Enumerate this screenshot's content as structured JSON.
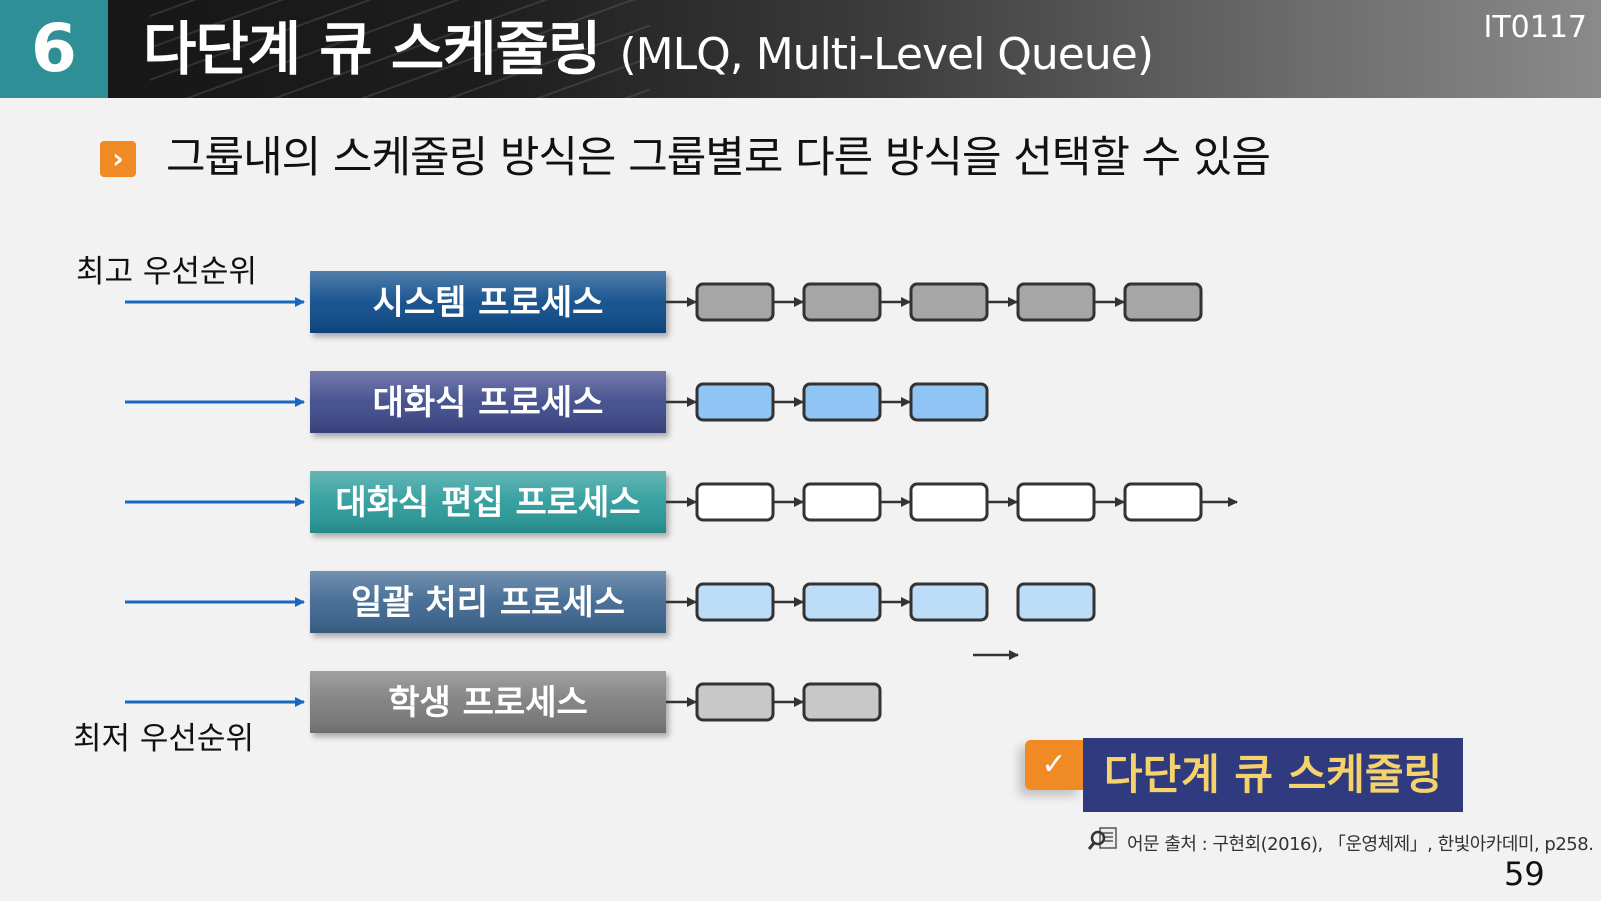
{
  "header": {
    "section_number": "6",
    "title": "다단계 큐 스케줄링",
    "title_sub": "(MLQ, Multi-Level Queue)",
    "course_code": "IT0117"
  },
  "bullet": {
    "text": "그룹내의 스케줄링 방식은 그룹별로 다른 방식을 선택할 수 있음"
  },
  "labels": {
    "highest_priority": "최고 우선순위",
    "lowest_priority": "최저 우선순위"
  },
  "queues": [
    {
      "label": "시스템 프로세스",
      "color": "#0f4c8a",
      "node_fill": "#a6a6a6",
      "nodes": 5,
      "trailing_arrow": false
    },
    {
      "label": "대화식 프로세스",
      "color": "#3d4a8a",
      "node_fill": "#8fc4f5",
      "nodes": 3,
      "trailing_arrow": false
    },
    {
      "label": "대화식 편집 프로세스",
      "color": "#2a9a9a",
      "node_fill": "#ffffff",
      "nodes": 5,
      "trailing_arrow": true
    },
    {
      "label": "일괄 처리 프로세스",
      "color": "#3e6690",
      "node_fill": "#bcdcf8",
      "nodes": 4,
      "trailing_arrow": false
    },
    {
      "label": "학생 프로세스",
      "color": "#7b7b7b",
      "node_fill": "#c8c8c8",
      "nodes": 2,
      "trailing_arrow": false
    }
  ],
  "legend": {
    "text": "다단계 큐 스케줄링"
  },
  "source": {
    "text": "어문 출처 : 구현회(2016), 「운영체제」, 한빛아카데미, p258."
  },
  "page_number": "59",
  "colors": {
    "accent_orange": "#f08a24",
    "badge_teal": "#2f8f96",
    "arrow_blue": "#1a66c0",
    "legend_bg": "#2f3b7e",
    "legend_text": "#f5d26a"
  }
}
